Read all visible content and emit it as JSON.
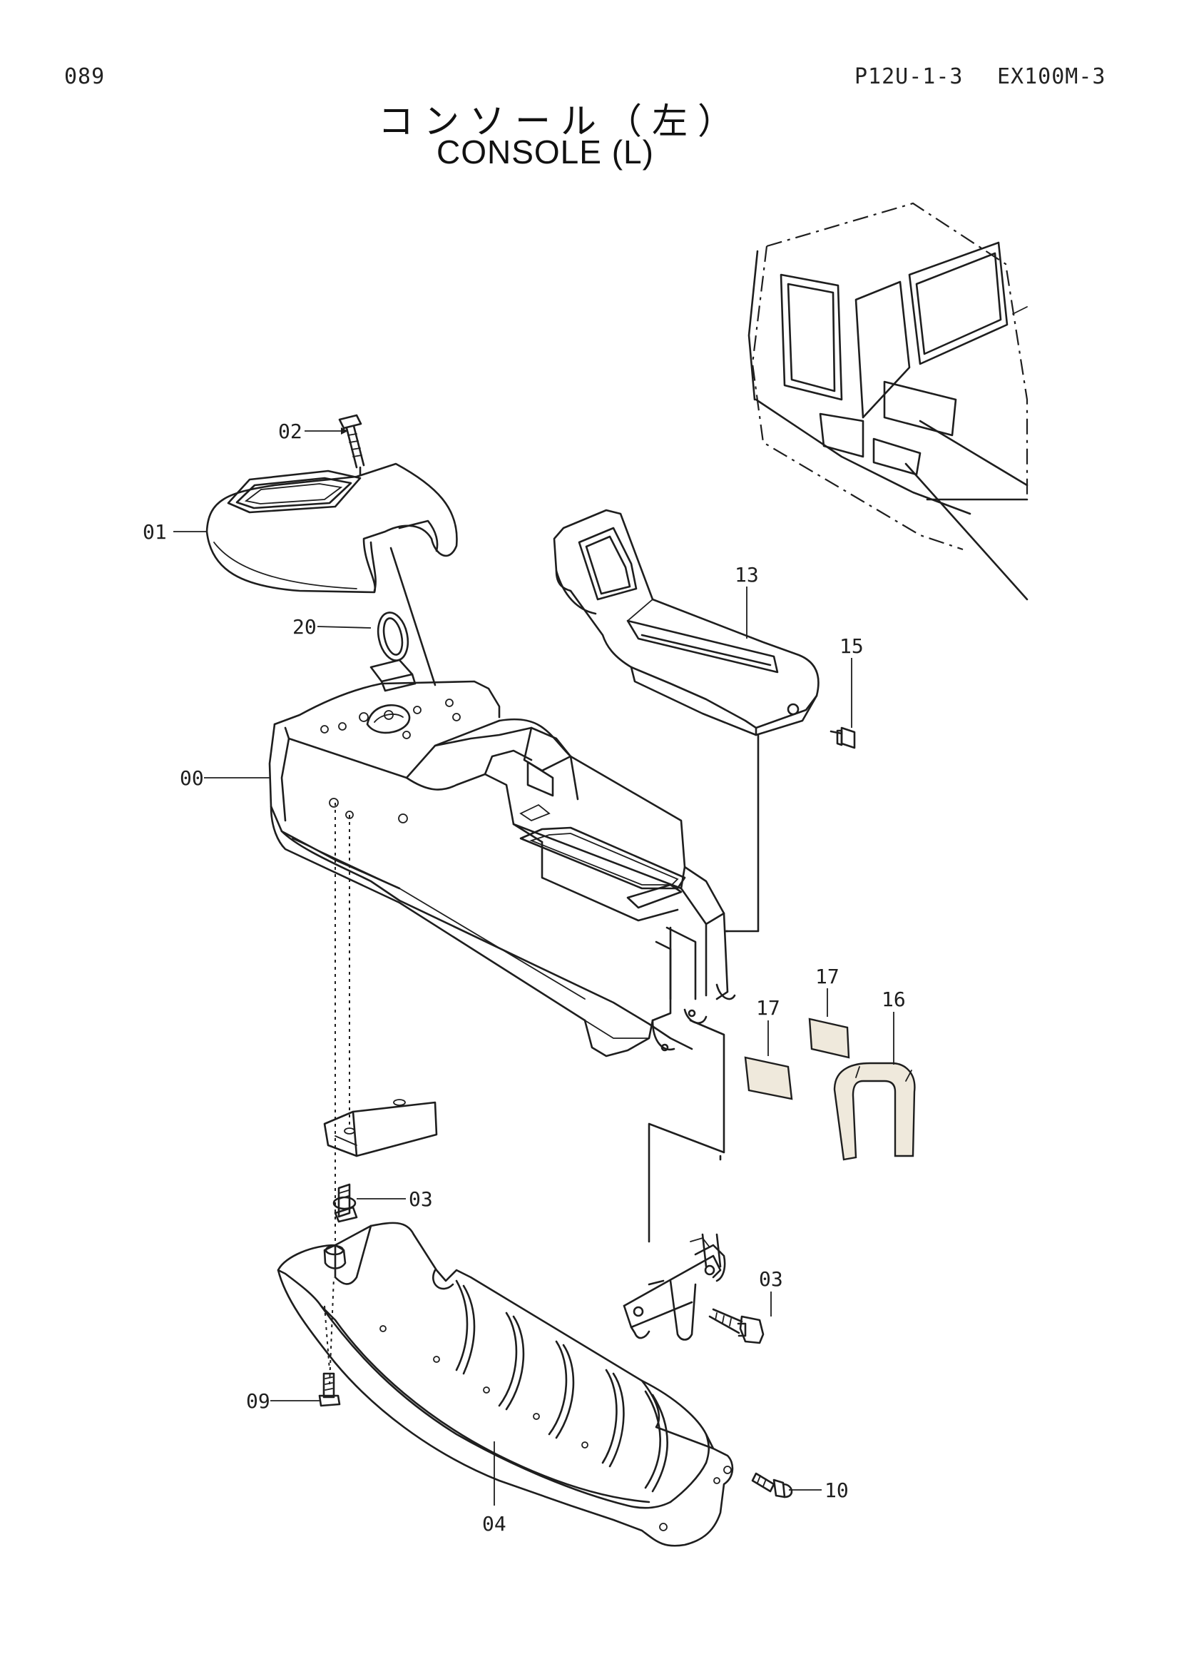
{
  "header": {
    "page_number": "089",
    "catalog_ref": "P12U-1-3",
    "model": "EX100M-3"
  },
  "title": {
    "japanese": "コンソール（左）",
    "english": "CONSOLE (L)"
  },
  "callouts": {
    "p00": "00",
    "p01": "01",
    "p02": "02",
    "p03a": "03",
    "p03b": "03",
    "p04": "04",
    "p09": "09",
    "p10": "10",
    "p13": "13",
    "p15": "15",
    "p16": "16",
    "p17a": "17",
    "p17b": "17",
    "p20": "20"
  }
}
